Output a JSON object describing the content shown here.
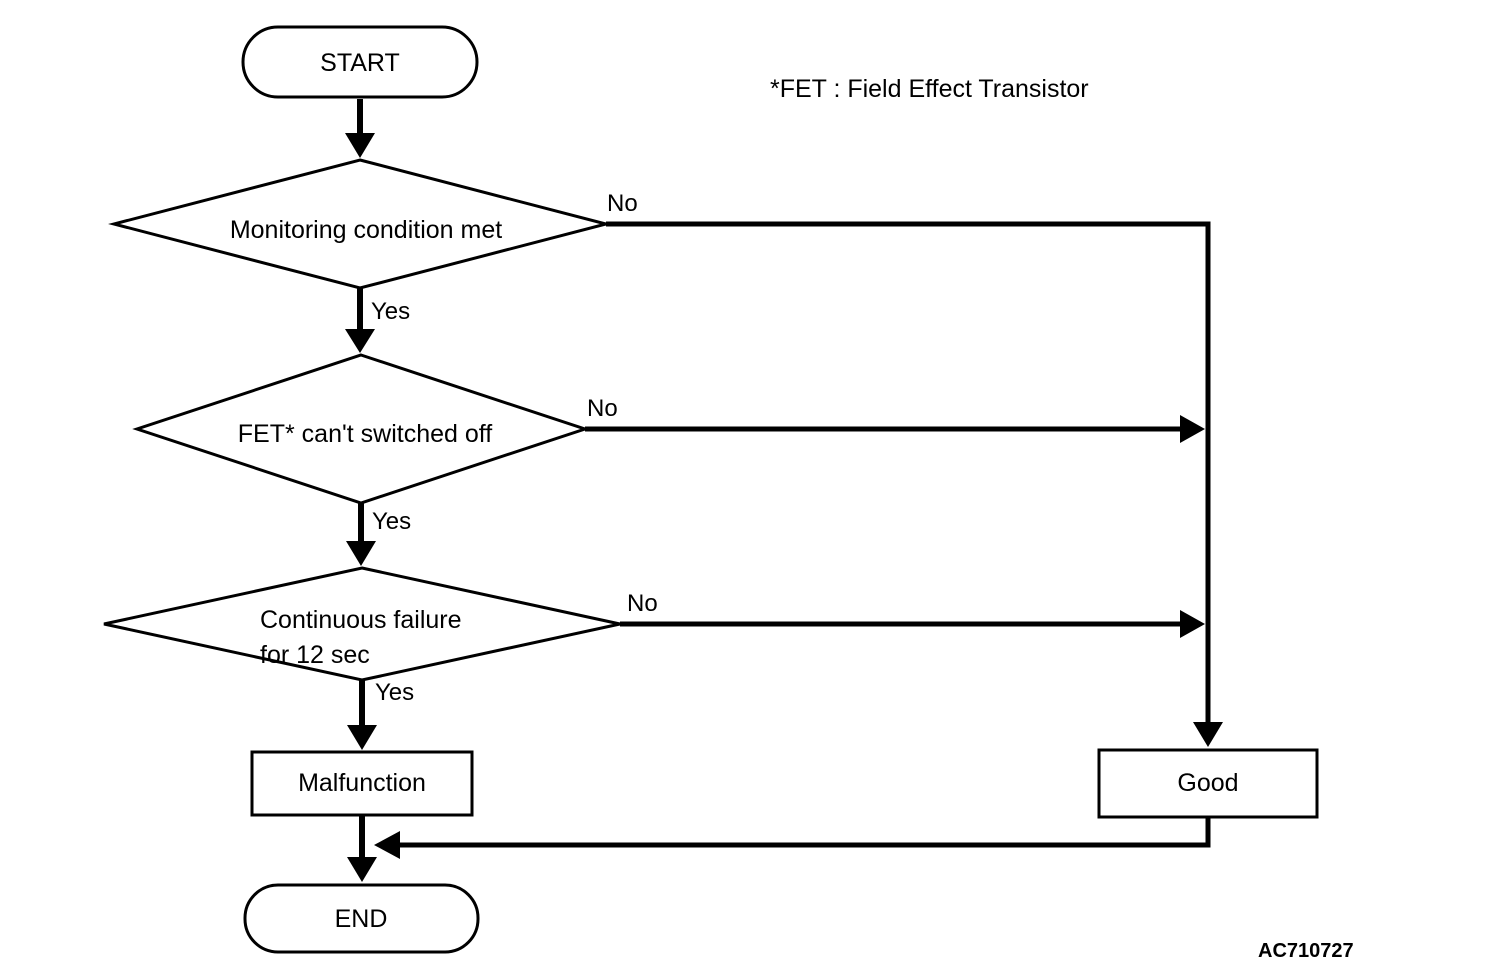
{
  "diagram": {
    "note": "*FET : Field Effect Transistor",
    "figure_code": "AC710727",
    "colors": {
      "line": "#000000",
      "background": "#ffffff"
    },
    "nodes": {
      "start": {
        "type": "terminator",
        "label": "START"
      },
      "monitoring": {
        "type": "decision",
        "label": "Monitoring condition met"
      },
      "fet": {
        "type": "decision",
        "label": "FET* can't switched off"
      },
      "continuous": {
        "type": "decision",
        "label_line1": "Continuous failure",
        "label_line2": "for 12 sec"
      },
      "malfunction": {
        "type": "process",
        "label": "Malfunction"
      },
      "good": {
        "type": "process",
        "label": "Good"
      },
      "end": {
        "type": "terminator",
        "label": "END"
      }
    },
    "edges": {
      "monitoring_no": {
        "label": "No"
      },
      "monitoring_yes": {
        "label": "Yes"
      },
      "fet_no": {
        "label": "No"
      },
      "fet_yes": {
        "label": "Yes"
      },
      "continuous_no": {
        "label": "No"
      },
      "continuous_yes": {
        "label": "Yes"
      }
    }
  }
}
